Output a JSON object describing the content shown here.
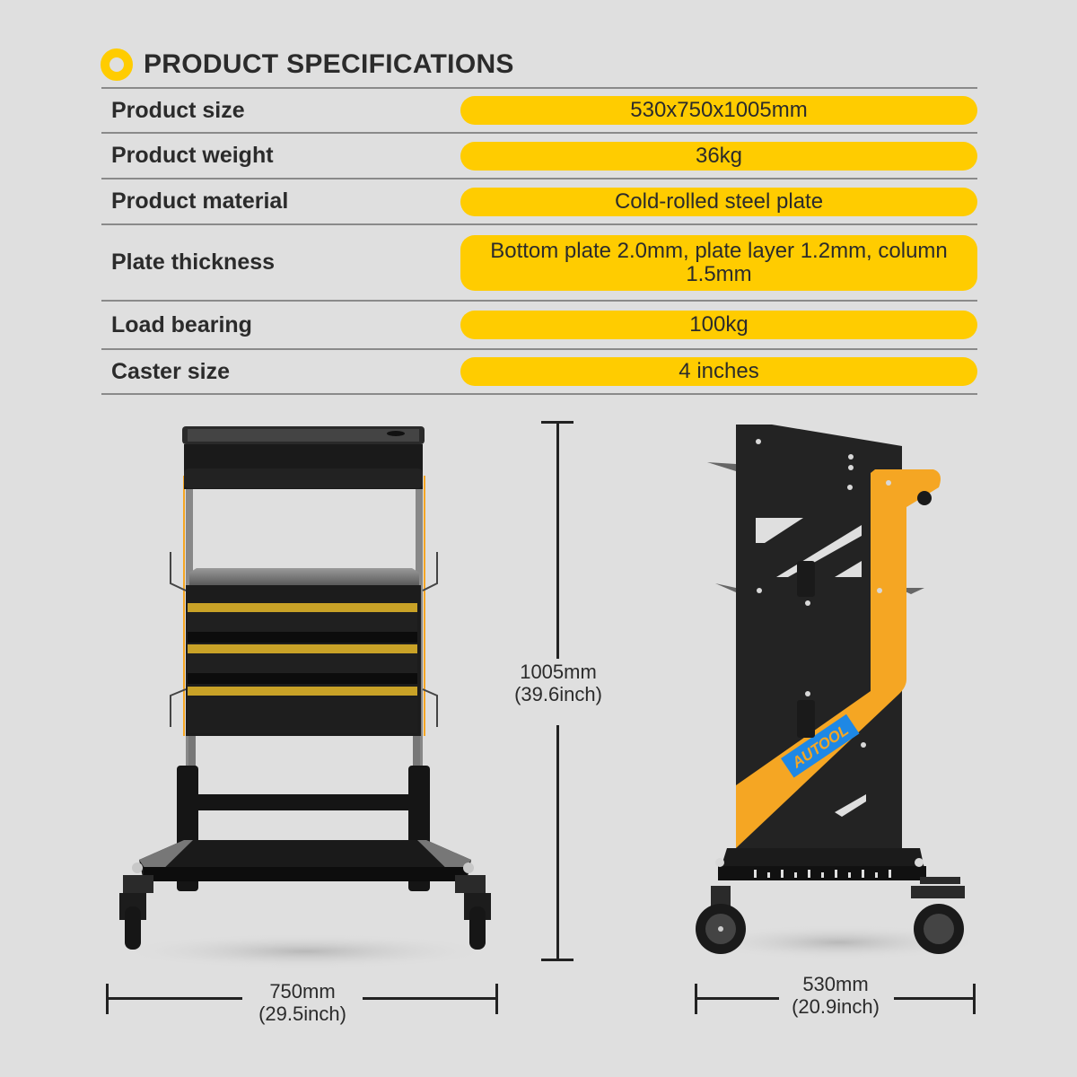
{
  "header": {
    "title": "PRODUCT SPECIFICATIONS",
    "accent_color": "#ffcc00"
  },
  "specs": [
    {
      "label": "Product size",
      "value": "530x750x1005mm"
    },
    {
      "label": "Product weight",
      "value": "36kg"
    },
    {
      "label": "Product material",
      "value": "Cold-rolled steel plate"
    },
    {
      "label": "Plate thickness",
      "value": "Bottom plate 2.0mm, plate layer 1.2mm, column 1.5mm"
    },
    {
      "label": "Load bearing",
      "value": "100kg"
    },
    {
      "label": "Caster size",
      "value": "4 inches"
    }
  ],
  "dimensions": {
    "height": {
      "mm": "1005mm",
      "inch": "(39.6inch)"
    },
    "width": {
      "mm": "750mm",
      "inch": "(29.5inch)"
    },
    "depth": {
      "mm": "530mm",
      "inch": "(20.9inch)"
    }
  },
  "product_images": {
    "front_view": "tool-cart-front-view",
    "side_view": "tool-cart-side-view",
    "brand_logo": "AUTOOL"
  },
  "colors": {
    "background": "#dfdfdf",
    "pill": "#ffcc00",
    "cart_body": "#1e1e1e",
    "cart_accent": "#f5a623",
    "logo_blue": "#1e88e5"
  }
}
